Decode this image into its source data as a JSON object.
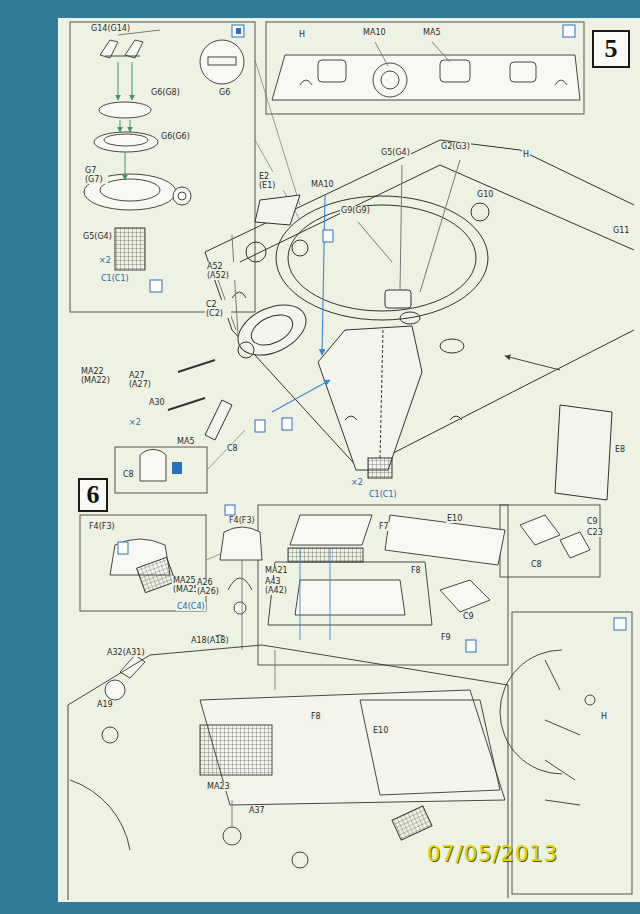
{
  "diagram": {
    "nodes": [
      {
        "text": [
          "5"
        ]
      },
      {
        "text": [
          "6"
        ]
      }
    ],
    "labels": [
      "G14(G14)",
      "G6",
      "G6(G8)",
      "G6(G6)",
      "G7 (G7)",
      "G5(G4)",
      "×2",
      "C1(C1)",
      "H",
      "MA10",
      "MA5",
      "G5(G4)",
      "G2(G3)",
      "H",
      "MA10",
      "G9(G9)",
      "G10",
      "G11",
      "E2 (E1)",
      "A52 (A52)",
      "C2 (C2)",
      "MA22 (MA22)",
      "A27 (A27)",
      "A30",
      "×2",
      "MA5",
      "C8",
      "×2",
      "C1(C1)",
      "E8",
      "C8",
      "F4(F3)",
      "F4(F3)",
      "MA25 (MA25)",
      "A26 (A26)",
      "C4(C4)",
      "A18(A18)",
      "A32(A31)",
      "A19",
      "F7",
      "E10",
      "MA21",
      "A43 (A42)",
      "F8",
      "C9",
      "F9",
      "C9",
      "C23",
      "C8",
      "F8",
      "E10",
      "MA23",
      "A37",
      "H",
      "07/05/2013"
    ]
  }
}
